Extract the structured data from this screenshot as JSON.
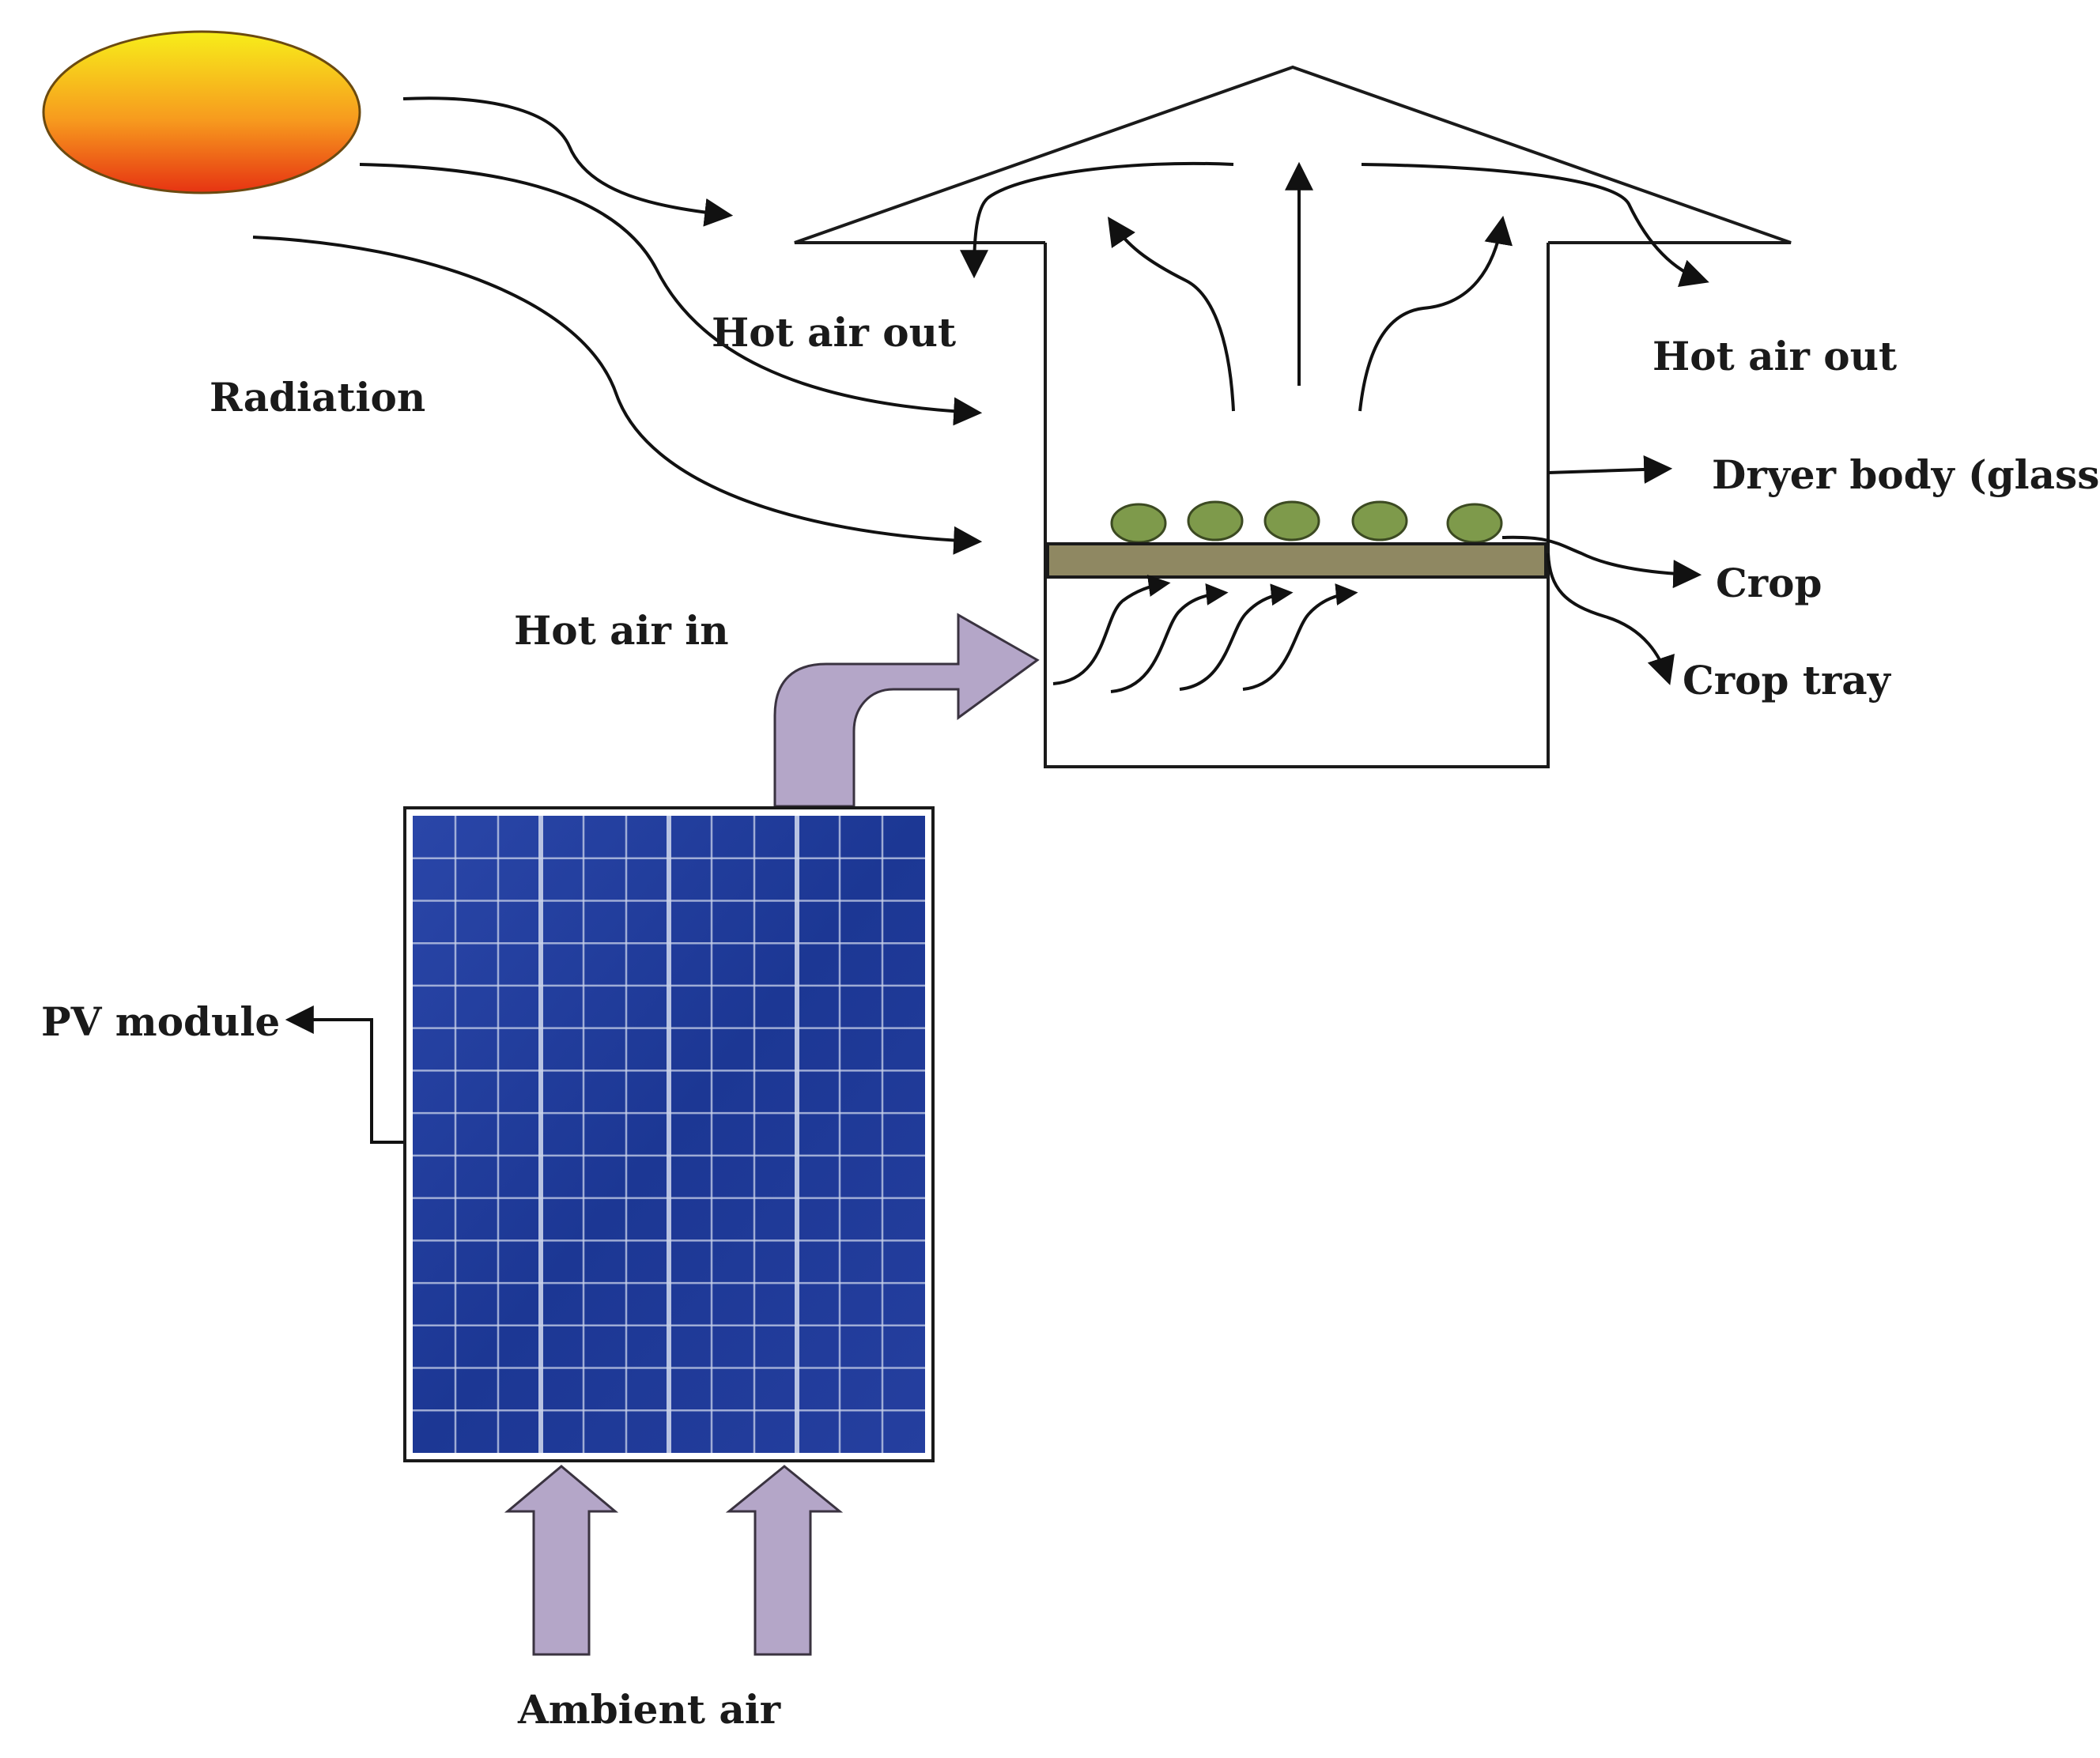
{
  "labels": {
    "radiation": "Radiation",
    "hot_air_out_left": "Hot air out",
    "hot_air_out_right": "Hot air out",
    "dryer_body": "Dryer body (glass)",
    "crop": "Crop",
    "crop_tray": "Crop tray",
    "hot_air_in": "Hot air in",
    "pv_module": "PV module",
    "ambient_air": "Ambient air"
  },
  "colors": {
    "sun_top": "#f7ee1a",
    "sun_bottom": "#e63312",
    "crop": "#7e9a4b",
    "tray": "#8f8862",
    "air_arrow": "#b4a6c8",
    "pv_cell": "#1e3a9a",
    "pv_grid": "#c9d2ea"
  },
  "icons": {
    "sun": "sun-icon",
    "pv_panel": "solar-panel-icon"
  }
}
